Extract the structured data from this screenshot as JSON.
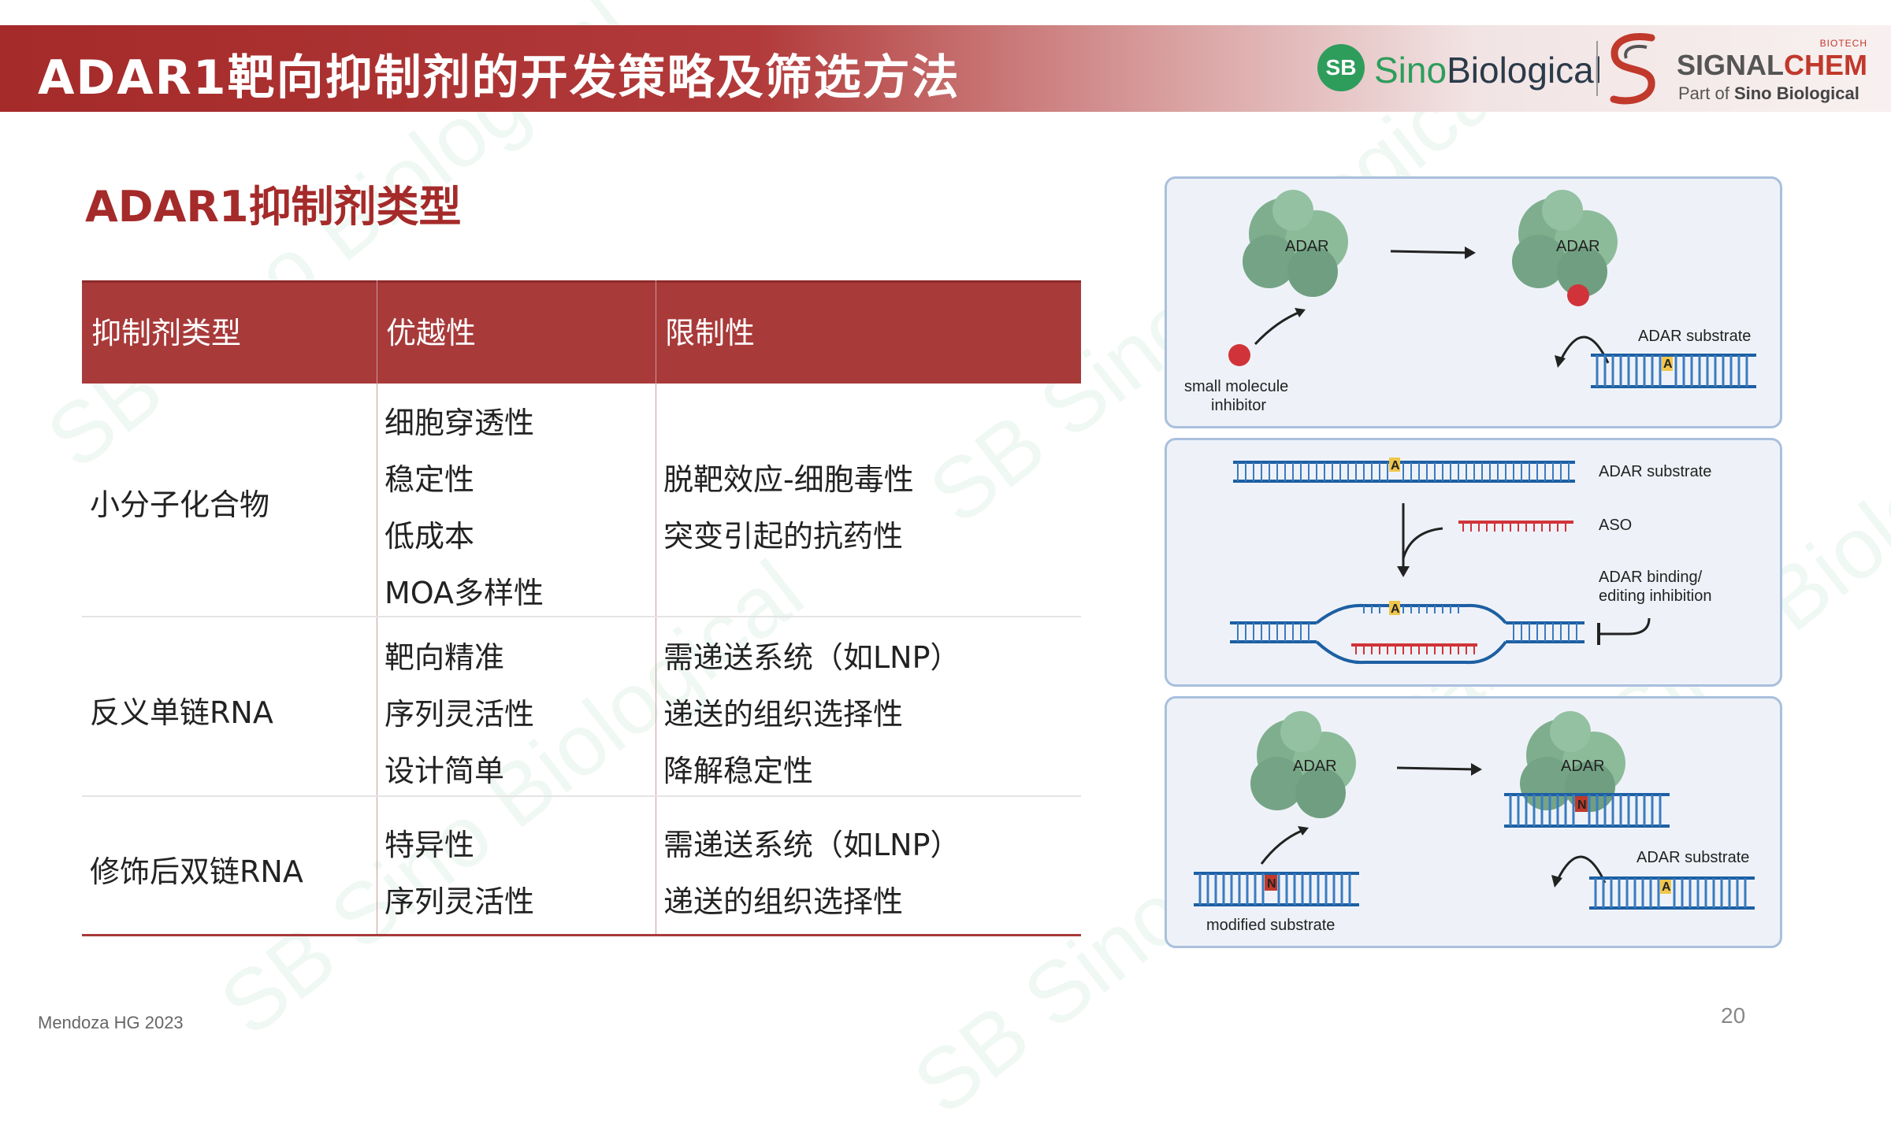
{
  "header": {
    "title": "ADAR1靶向抑制剂的开发策略及筛选方法",
    "logo_sb": "SB",
    "logo_sino": "Sino",
    "logo_biological": "Biological",
    "logo_biotech": "BIOTECH",
    "logo_signal": "SIGNAL",
    "logo_chem": "CHEM",
    "logo_part_of": "Part of",
    "logo_part_of_brand": "Sino Biological"
  },
  "section_title": "ADAR1抑制剂类型",
  "table": {
    "headers": [
      "抑制剂类型",
      "优越性",
      "限制性"
    ],
    "rows": [
      {
        "type": "小分子化合物",
        "advantages": [
          "细胞穿透性",
          "稳定性",
          "低成本",
          "MOA多样性"
        ],
        "limitations": [
          "脱靶效应-细胞毒性",
          "突变引起的抗药性"
        ]
      },
      {
        "type": "反义单链RNA",
        "advantages": [
          "靶向精准",
          "序列灵活性",
          "设计简单"
        ],
        "limitations": [
          "需递送系统（如LNP）",
          "递送的组织选择性",
          "降解稳定性"
        ]
      },
      {
        "type": "修饰后双链RNA",
        "advantages": [
          "特异性",
          "序列灵活性"
        ],
        "limitations": [
          "需递送系统（如LNP）",
          "递送的组织选择性"
        ]
      }
    ]
  },
  "diagram": {
    "panel1": {
      "adar_left": "ADAR",
      "adar_right": "ADAR",
      "inhibitor_line1": "small molecule",
      "inhibitor_line2": "inhibitor",
      "substrate": "ADAR substrate",
      "base": "A"
    },
    "panel2": {
      "substrate": "ADAR substrate",
      "aso": "ASO",
      "effect_line1": "ADAR binding/",
      "effect_line2": "editing inhibition",
      "base_top": "A",
      "base_mid": "A"
    },
    "panel3": {
      "adar_left": "ADAR",
      "adar_right": "ADAR",
      "modified": "modified substrate",
      "substrate": "ADAR substrate",
      "base_n": "N",
      "base_n2": "N",
      "base_a": "A"
    }
  },
  "footer": {
    "citation": "Mendoza HG 2023",
    "page_number": "20"
  },
  "colors": {
    "brand_red": "#a52a2a",
    "header_row": "#a83a3a",
    "sino_green": "#2e9d5c",
    "dna_blue": "#1d5fa3",
    "aso_red": "#d0343a"
  }
}
